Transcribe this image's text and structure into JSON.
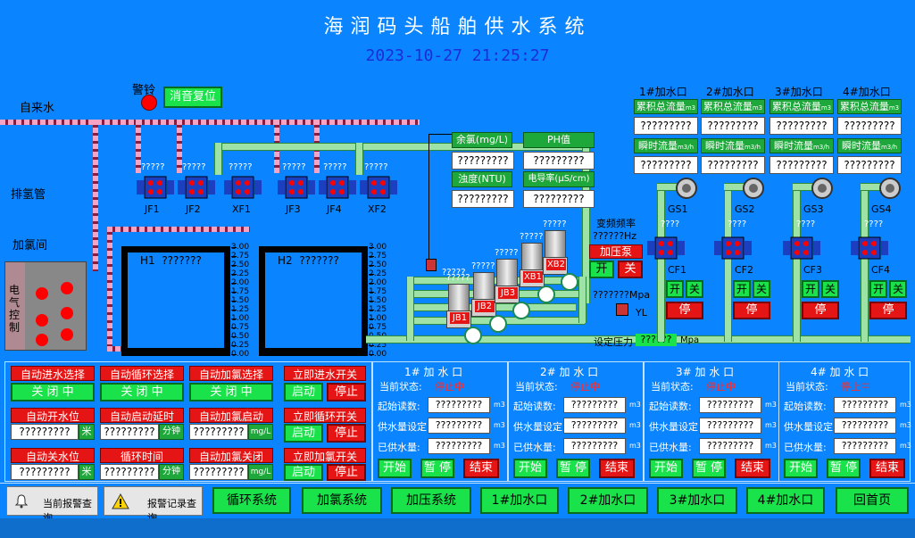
{
  "header": {
    "title": "海润码头船舶供水系统",
    "datetime": "2023-10-27  21:25:27"
  },
  "left": {
    "tap_water": "自来水",
    "exhaust": "排氢管",
    "chlorine_room": "加氯间",
    "elec_control": "电气控制",
    "alarm_label": "警铃",
    "mute_reset": "消音复位"
  },
  "valves": [
    {
      "id": "JF1",
      "val": "?????"
    },
    {
      "id": "JF2",
      "val": "?????"
    },
    {
      "id": "XF1",
      "val": "?????"
    },
    {
      "id": "JF3",
      "val": "?????"
    },
    {
      "id": "JF4",
      "val": "?????"
    },
    {
      "id": "XF2",
      "val": "?????"
    }
  ],
  "tanks": [
    {
      "name": "H1",
      "value": "???????"
    },
    {
      "name": "H2",
      "value": "???????"
    }
  ],
  "scale_ticks": [
    "3.00",
    "2.75",
    "2.50",
    "2.25",
    "2.00",
    "1.75",
    "1.50",
    "1.25",
    "1.00",
    "0.75",
    "0.50",
    "0.25",
    "0.00"
  ],
  "quality": {
    "residual_chlorine_label": "余氯(mg/L)",
    "residual_chlorine": "?????????",
    "ph_label": "PH值",
    "ph": "?????????",
    "turbidity_label": "浊度(NTU)",
    "turbidity": "?????????",
    "conductivity_label": "电导率(μS/cm)",
    "conductivity": "?????????"
  },
  "pumps": {
    "labels": [
      "JB1",
      "JB2",
      "JB3",
      "XB1",
      "XB2"
    ],
    "vals": [
      "?????",
      "?????",
      "?????",
      "?????",
      "?????"
    ],
    "vfd_label": "变频频率",
    "vfd_value": "??????Hz",
    "boost_label": "加压泵",
    "on": "开",
    "off": "关",
    "pressure_value": "???????Mpa",
    "yl": "YL",
    "set_pressure_label": "设定压力",
    "set_pressure": "??????",
    "set_pressure_unit": "Mpa",
    "pressure_tag": "?????"
  },
  "outlets": [
    {
      "title": "1#加水口",
      "total_label": "累积总流量",
      "total_unit": "m3",
      "total": "?????????",
      "inst_label": "瞬时流量",
      "inst_unit": "m3/h",
      "inst": "?????????",
      "gs": "GS1",
      "gs_val": "????",
      "cf": "CF1",
      "on": "开",
      "off": "关",
      "stop": "停"
    },
    {
      "title": "2#加水口",
      "total_label": "累积总流量",
      "total_unit": "m3",
      "total": "?????????",
      "inst_label": "瞬时流量",
      "inst_unit": "m3/h",
      "inst": "?????????",
      "gs": "GS2",
      "gs_val": "????",
      "cf": "CF2",
      "on": "开",
      "off": "关",
      "stop": "停"
    },
    {
      "title": "3#加水口",
      "total_label": "累积总流量",
      "total_unit": "m3",
      "total": "?????????",
      "inst_label": "瞬时流量",
      "inst_unit": "m3/h",
      "inst": "?????????",
      "gs": "GS3",
      "gs_val": "????",
      "cf": "CF3",
      "on": "开",
      "off": "关",
      "stop": "停"
    },
    {
      "title": "4#加水口",
      "total_label": "累积总流量",
      "total_unit": "m3",
      "total": "?????????",
      "inst_label": "瞬时流量",
      "inst_unit": "m3/h",
      "inst": "?????????",
      "gs": "GS4",
      "gs_val": "????",
      "cf": "CF4",
      "on": "开",
      "off": "关",
      "stop": "停"
    }
  ],
  "control": {
    "auto_in_sel": "自动进水选择",
    "auto_loop_sel": "自动循环选择",
    "auto_cl_sel": "自动加氯选择",
    "closed": "关 闭 中",
    "auto_open_level": "自动开水位",
    "auto_start_delay": "自动启动延时",
    "auto_cl_start": "自动加氯启动",
    "auto_close_level": "自动关水位",
    "loop_time": "循环时间",
    "auto_cl_close": "自动加氯关闭",
    "v1": "?????????",
    "v2": "?????????",
    "v3": "?????????",
    "v4": "?????????",
    "v5": "?????????",
    "v6": "?????????",
    "unit_m": "米",
    "unit_min": "分钟",
    "unit_mgl": "mg/L",
    "imm_in": "立即进水开关",
    "imm_loop": "立即循环开关",
    "imm_cl": "立即加氯开关",
    "start": "启动",
    "stop": "停止"
  },
  "ports": [
    {
      "title": "1# 加 水 口",
      "state_label": "当前状态:",
      "state": "停止中",
      "start_label": "起始读数:",
      "start": "?????????",
      "set_label": "供水量设定",
      "set": "?????????",
      "done_label": "已供水量:",
      "done": "?????????",
      "unit": "m3",
      "b1": "开始",
      "b2": "暂 停",
      "b3": "结束"
    },
    {
      "title": "2# 加 水 口",
      "state_label": "当前状态:",
      "state": "停止中",
      "start_label": "起始读数:",
      "start": "?????????",
      "set_label": "供水量设定",
      "set": "?????????",
      "done_label": "已供水量:",
      "done": "?????????",
      "unit": "m3",
      "b1": "开始",
      "b2": "暂 停",
      "b3": "结束"
    },
    {
      "title": "3# 加 水 口",
      "state_label": "当前状态:",
      "state": "停止中",
      "start_label": "起始读数:",
      "start": "?????????",
      "set_label": "供水量设定",
      "set": "?????????",
      "done_label": "已供水量:",
      "done": "?????????",
      "unit": "m3",
      "b1": "开始",
      "b2": "暂 停",
      "b3": "结束"
    },
    {
      "title": "4# 加 水 口",
      "state_label": "当前状态:",
      "state": "停止中",
      "start_label": "起始读数:",
      "start": "?????????",
      "set_label": "供水量设定",
      "set": "?????????",
      "done_label": "已供水量:",
      "done": "?????????",
      "unit": "m3",
      "b1": "开始",
      "b2": "暂 停",
      "b3": "结束"
    }
  ],
  "bottom": {
    "cur_alarm": "当前报警查询",
    "alarm_log": "报警记录查询",
    "nav": [
      "循环系统",
      "加氯系统",
      "加压系统",
      "1#加水口",
      "2#加水口",
      "3#加水口",
      "4#加水口",
      "回首页"
    ]
  },
  "colors": {
    "bg": "#0a84ff",
    "green": "#19e24a",
    "red": "#e51515"
  }
}
